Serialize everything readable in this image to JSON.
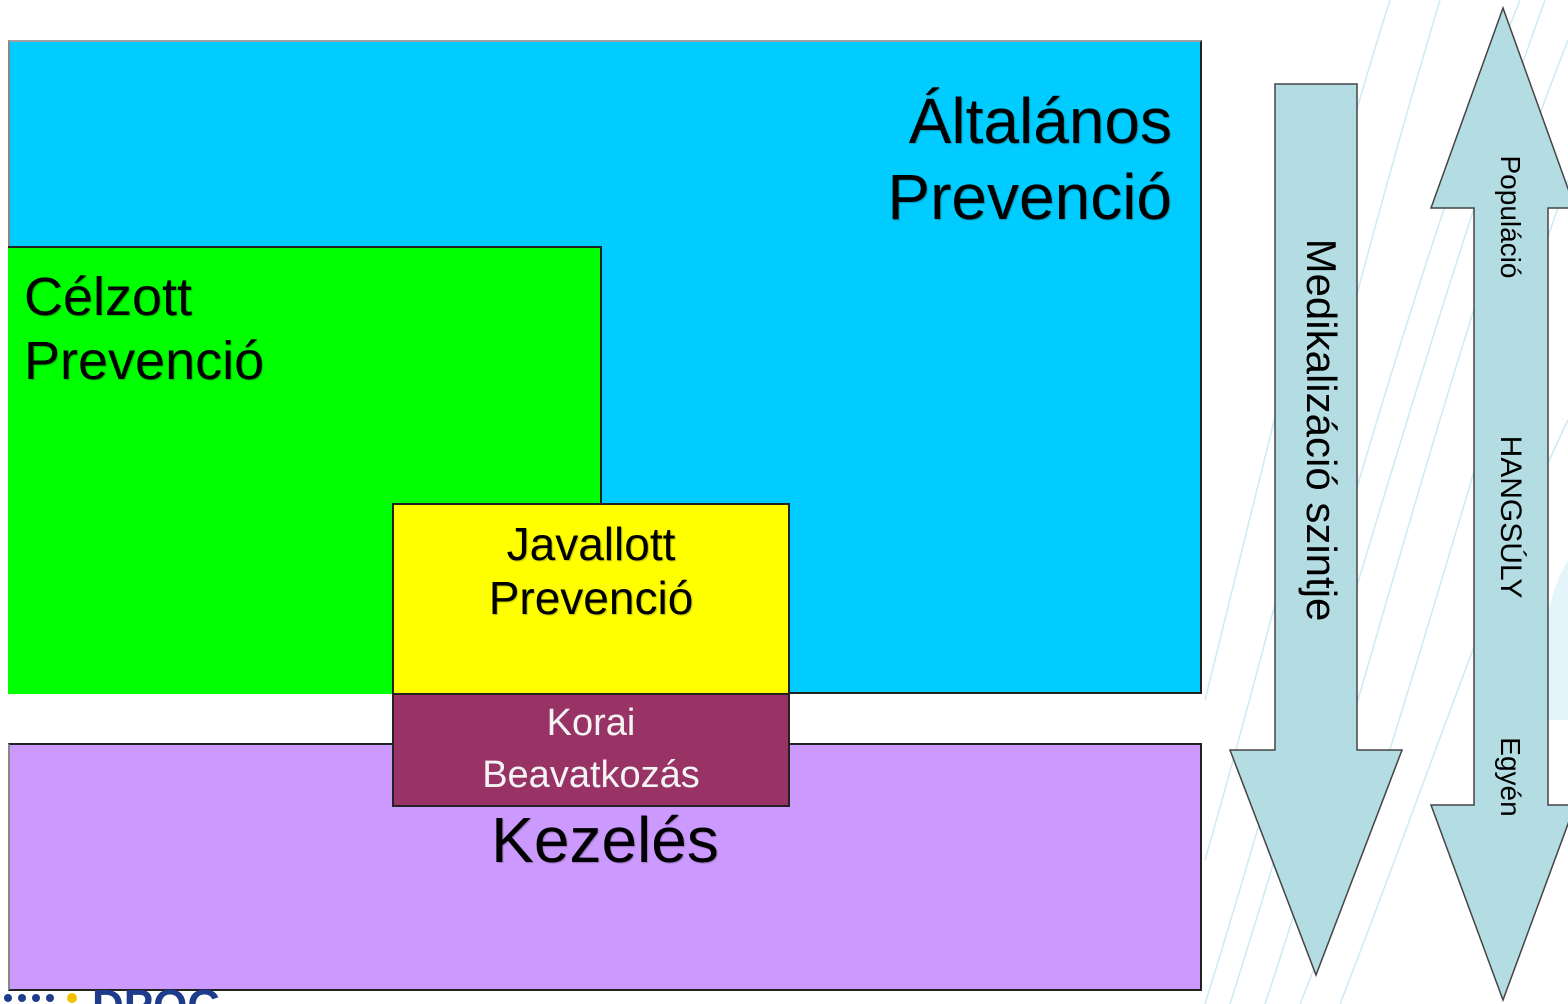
{
  "boxes": {
    "general": {
      "line1": "Általános",
      "line2": "Prevenció",
      "color": "#00ccff"
    },
    "targeted": {
      "line1": "Célzott",
      "line2": "Prevenció",
      "color": "#00ff00"
    },
    "indicated": {
      "line1": "Javallott",
      "line2": "Prevenció",
      "color": "#ffff00"
    },
    "early": {
      "line1": "Korai",
      "line2": "Beavatkozás",
      "color": "#993366"
    },
    "treatment": {
      "label": "Kezelés",
      "color": "#cc99ff"
    }
  },
  "arrows": {
    "medicalization": {
      "label": "Medikalizáció szintje",
      "color": "#b3dde2"
    },
    "emphasis": {
      "top": "Populáció",
      "middle": "HANGSÚLY",
      "bottom": "Egyén",
      "color": "#b3dde2"
    }
  },
  "logo": {
    "text": "DPOG"
  }
}
